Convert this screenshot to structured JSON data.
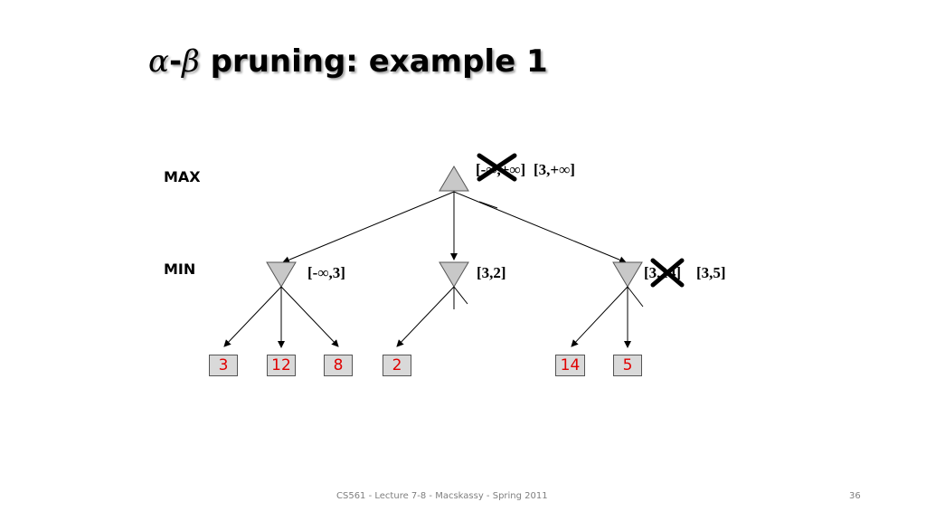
{
  "title": {
    "alpha": "α",
    "dash": "-",
    "beta": "β",
    "rest": " pruning: example 1"
  },
  "levels": {
    "max": "MAX",
    "min": "MIN"
  },
  "bounds": {
    "root_crossed": "[-∞,+∞]",
    "root": "[3,+∞]",
    "min1": "[-∞,3]",
    "min2": "[3,2]",
    "min3_crossed": "[3,14]",
    "min3": "[3,5]"
  },
  "leaves": [
    "3",
    "12",
    "8",
    "2",
    "14",
    "5"
  ],
  "footer": {
    "course": "CS561 - Lecture 7-8 - Macskassy - Spring 2011",
    "page": "36"
  },
  "colors": {
    "leaf_text": "#e00000",
    "node_fill": "#c8c8c8",
    "footer_text": "#7f7f7f"
  }
}
